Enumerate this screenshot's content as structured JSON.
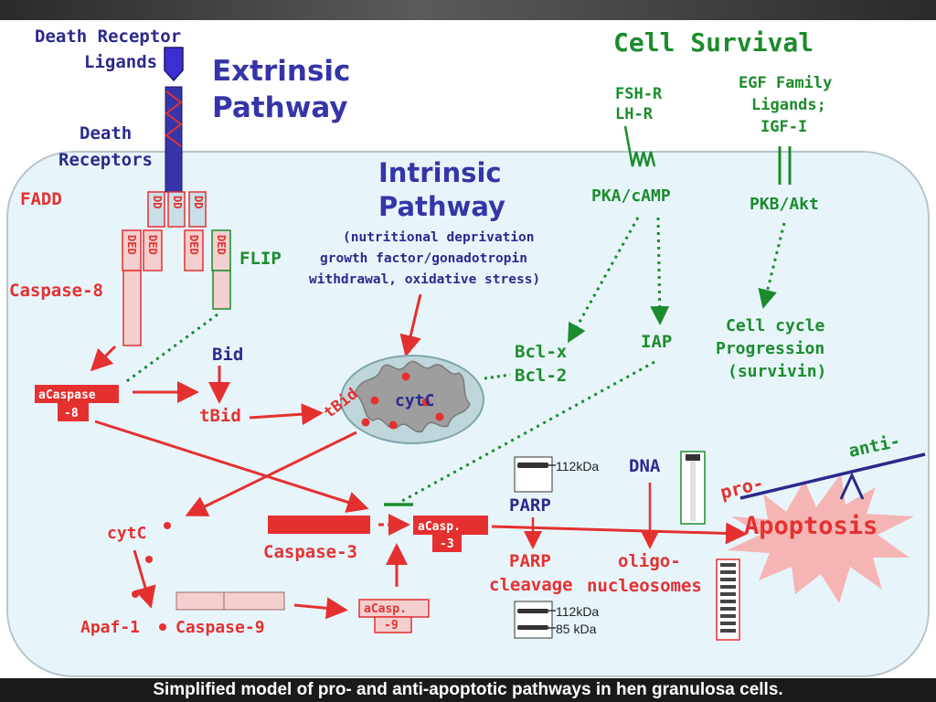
{
  "colors": {
    "red": "#e53030",
    "green": "#1c8c2c",
    "navy": "#2a2a8c",
    "cell_fill": "#e7f5fb",
    "cell_border": "#b8c6cc",
    "pink_box": "#f3cfcf",
    "star": "#f5b5b5",
    "gel_band": "#333333"
  },
  "extrinsic": {
    "ligands_line1": "Death Receptor",
    "ligands_line2": "Ligands",
    "title_line1": "Extrinsic",
    "title_line2": "Pathway",
    "receptors_line1": "Death",
    "receptors_line2": "Receptors",
    "fadd": "FADD",
    "dd": "DD",
    "ded": "DED",
    "flip": "FLIP",
    "caspase8": "Caspase-8",
    "acaspase8_line1": "aCaspase",
    "acaspase8_line2": "-8",
    "bid": "Bid",
    "tbid": "tBid"
  },
  "intrinsic": {
    "title_line1": "Intrinsic",
    "title_line2": "Pathway",
    "note_line1": "(nutritional deprivation",
    "note_line2": "growth factor/gonadotropin",
    "note_line3": "withdrawal, oxidative stress)",
    "mito_tbid": "tBid",
    "mito_cytc": "cytC"
  },
  "survival": {
    "title": "Cell Survival",
    "fsh_line1": "FSH-R",
    "fsh_line2": "LH-R",
    "egf_line1": "EGF Family",
    "egf_line2": "Ligands;",
    "egf_line3": "IGF-I",
    "pka": "PKA/cAMP",
    "pkb": "PKB/Akt",
    "bclx": "Bcl-x",
    "bcl2": "Bcl-2",
    "iap": "IAP",
    "cellcycle_line1": "Cell cycle",
    "cellcycle_line2": "Progression",
    "cellcycle_line3": "(survivin)"
  },
  "execution": {
    "cytc": "cytC",
    "apaf1": "Apaf-1",
    "caspase9": "Caspase-9",
    "acasp9_line1": "aCasp.",
    "acasp9_line2": "-9",
    "caspase3": "Caspase-3",
    "acasp3_line1": "aCasp.",
    "acasp3_line2": "-3",
    "parp": "PARP",
    "parp_cleavage_line1": "PARP",
    "parp_cleavage_line2": "cleavage",
    "dna": "DNA",
    "oligo_line1": "oligo-",
    "oligo_line2": "nucleosomes",
    "kda_112_top": "112kDa",
    "kda_112_bottom": "112kDa",
    "kda_85": "85 kDa"
  },
  "apoptosis": {
    "label": "Apoptosis",
    "pro": "pro-",
    "anti": "anti-"
  },
  "caption": "Simplified model of pro- and anti-apoptotic pathways in hen granulosa cells."
}
